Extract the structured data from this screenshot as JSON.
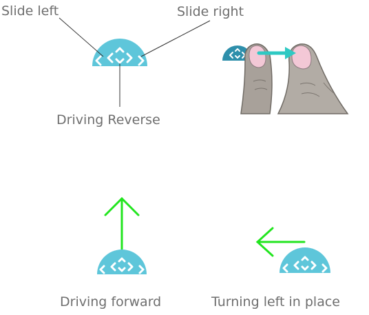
{
  "labels": {
    "slide_left": "Slide left",
    "slide_right": "Slide right",
    "driving_reverse": "Driving Reverse",
    "driving_forward": "Driving forward",
    "turning_left": "Turning left in place"
  },
  "colors": {
    "joystick_fill": "#5ec6da",
    "joystick_dark": "#2e8fab",
    "arrow_green": "#22e51f",
    "swipe_arrow": "#2ec9c3",
    "leader_line": "#333333",
    "label_text": "#6e6e6e",
    "finger_skin": "#a8a19a",
    "fingernail": "#f3c8d6"
  },
  "icons": {
    "joystick": "half-circle-direction-pad-icon",
    "swipe": "swipe-right-arrow-icon",
    "forward": "up-arrow-icon",
    "turn_left": "left-arrow-icon"
  }
}
